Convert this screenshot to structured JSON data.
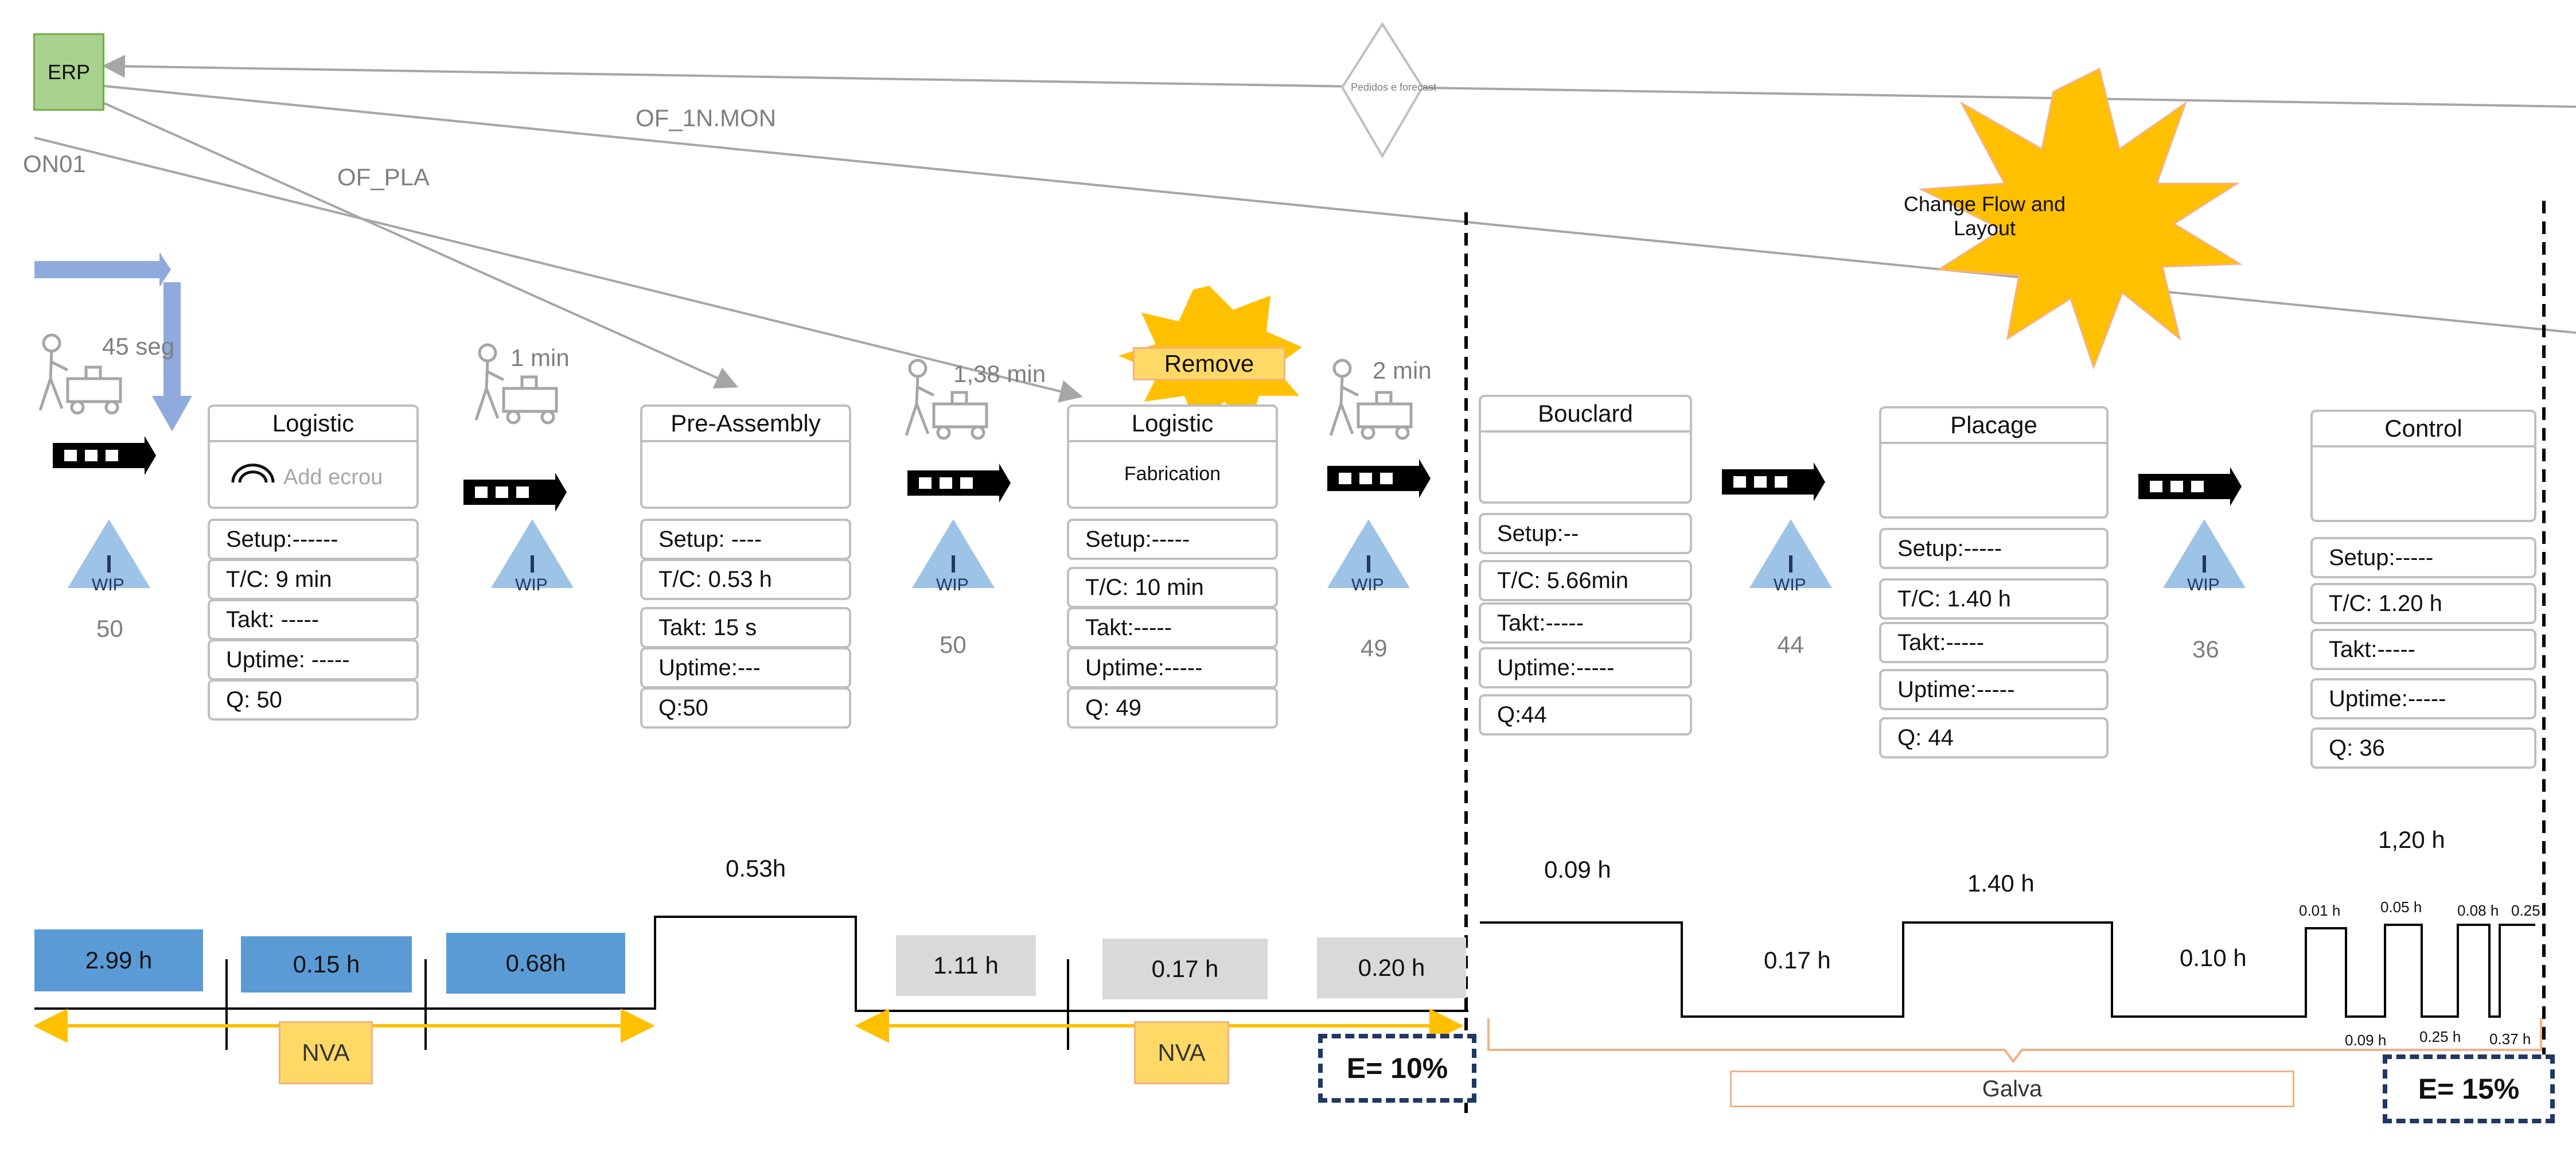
{
  "erp": {
    "label": "ERP"
  },
  "info_flows": {
    "on01": "ON01",
    "of_pla": "OF_PLA",
    "of_1n_mon": "OF_1N.MON",
    "pedidos": "Pedidos e forecast"
  },
  "transport_times": [
    "45 seg",
    "1 min",
    "1,38 min",
    "2 min"
  ],
  "wip": {
    "label": "WIP",
    "counts": [
      "50",
      "50",
      "49",
      "44",
      "36"
    ]
  },
  "processes": [
    {
      "title": "Logistic",
      "body": "Add ecrou",
      "rows": [
        "Setup:------",
        "T/C: 9 min",
        "Takt: -----",
        "Uptime: -----",
        "Q: 50"
      ]
    },
    {
      "title": "Pre-Assembly",
      "body": "",
      "rows": [
        "Setup: ----",
        "T/C: 0.53 h",
        "Takt: 15 s",
        "Uptime:---",
        "Q:50"
      ]
    },
    {
      "title": "Logistic",
      "body": "Fabrication",
      "rows": [
        "Setup:-----",
        "T/C: 10 min",
        "Takt:-----",
        "Uptime:-----",
        "Q: 49"
      ]
    },
    {
      "title": "Bouclard",
      "body": "",
      "rows": [
        "Setup:--",
        "T/C: 5.66min",
        "Takt:-----",
        "Uptime:-----",
        "Q:44"
      ]
    },
    {
      "title": "Placage",
      "body": "",
      "rows": [
        "Setup:-----",
        "T/C:   1.40 h",
        "Takt:-----",
        "Uptime:-----",
        "Q: 44"
      ]
    },
    {
      "title": "Control",
      "body": "",
      "rows": [
        "Setup:-----",
        "T/C: 1.20 h",
        "Takt:-----",
        "Uptime:-----",
        "Q: 36"
      ]
    }
  ],
  "kaizen": {
    "remove": "Remove",
    "change_flow": "Change Flow and Layout"
  },
  "timeline": {
    "blue": [
      "2.99 h",
      "0.15 h",
      "0.68h"
    ],
    "grey": [
      "1.11 h",
      "0.17 h",
      "0.20 h"
    ],
    "va_top": [
      "0.53h",
      "0.09 h",
      "1.40 h",
      "1,20 h"
    ],
    "nva_low": [
      "0.17 h",
      "0.10 h"
    ],
    "control_top": [
      "0.01 h",
      "0.05 h",
      "0.08 h",
      "0.25"
    ],
    "control_low": [
      "0.09 h",
      "0.25 h",
      "0.37 h"
    ],
    "nva_tags": [
      "NVA",
      "NVA"
    ],
    "efficiency": [
      "E= 10%",
      "E= 15%"
    ],
    "galva": "Galva"
  },
  "colors": {
    "push_arrow": "#000000",
    "wip_triangle": "#9dc3e6",
    "burst": "#ffc000",
    "timeline_blue": "#5b9bd5",
    "timeline_grey": "#d9d9d9",
    "yellow_arrow": "#ffc000"
  }
}
